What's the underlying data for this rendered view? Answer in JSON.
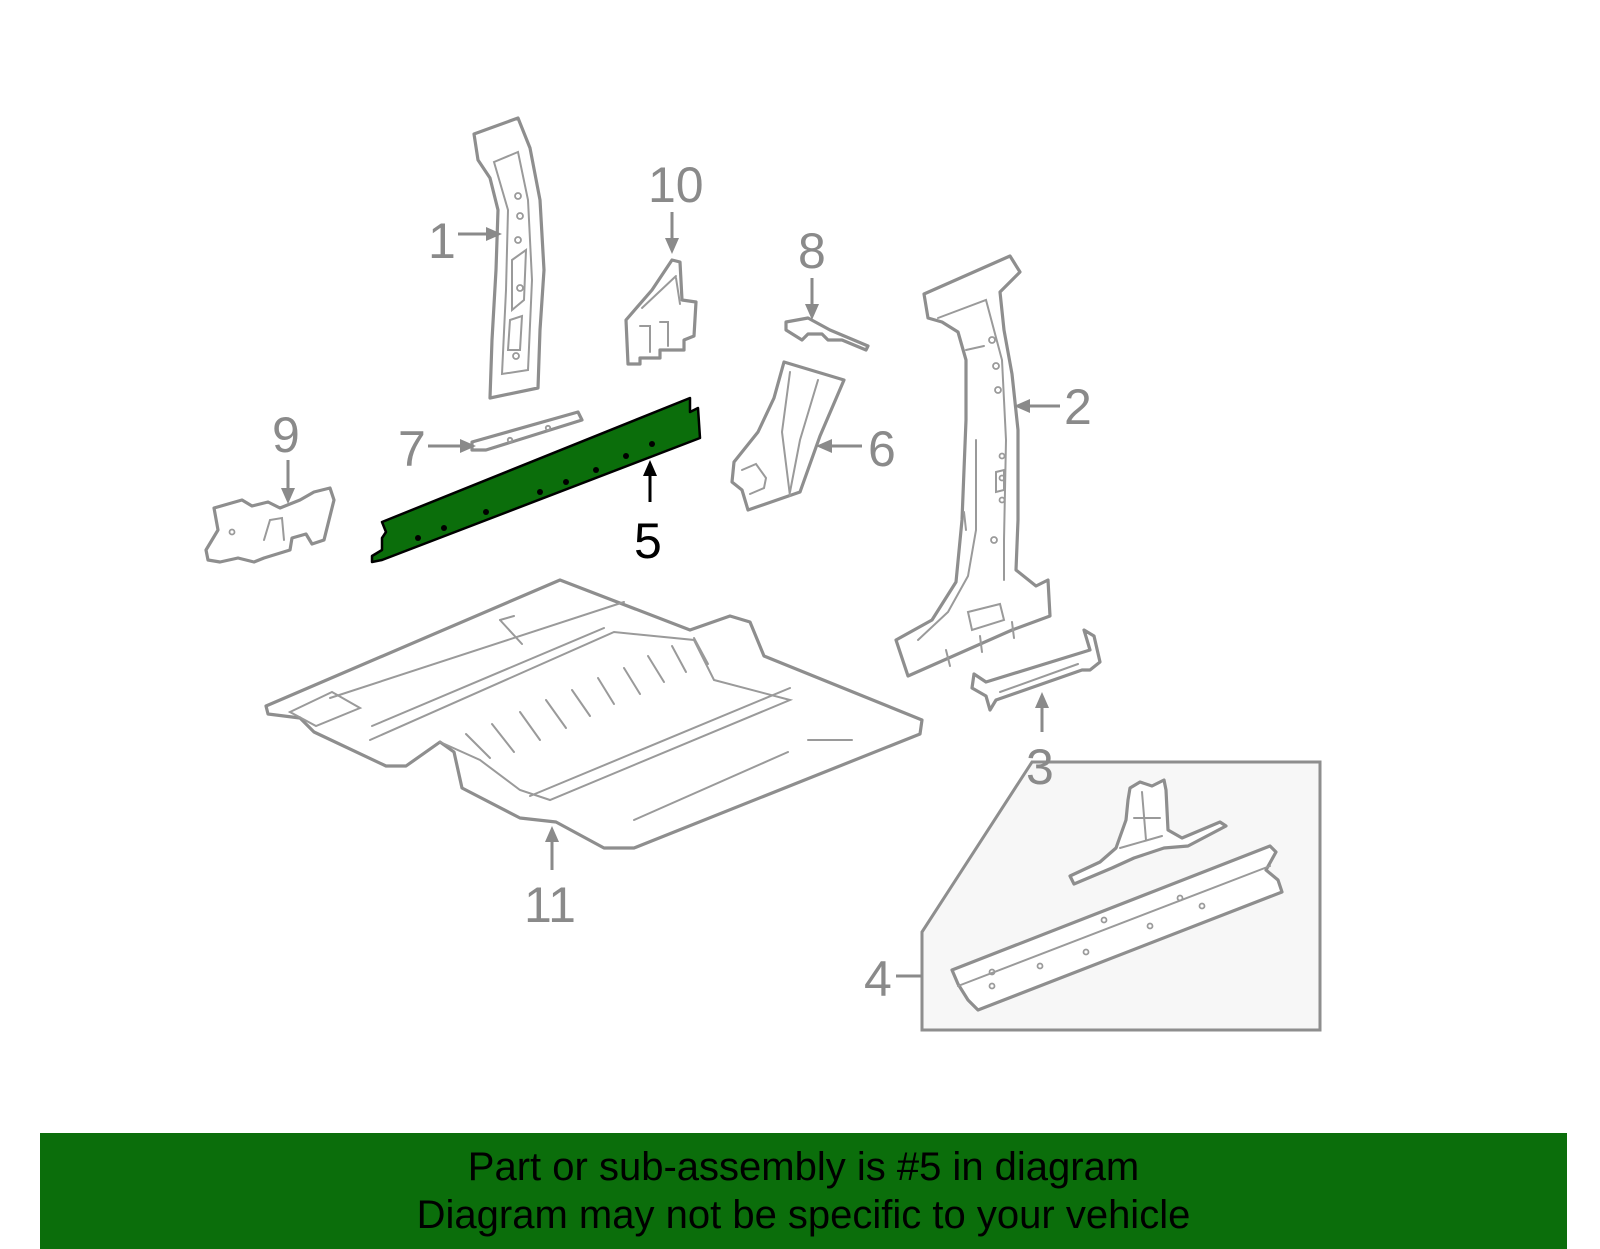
{
  "diagram": {
    "callouts": {
      "c1": "1",
      "c2": "2",
      "c3": "3",
      "c4": "4",
      "c5": "5",
      "c6": "6",
      "c7": "7",
      "c8": "8",
      "c9": "9",
      "c10": "10",
      "c11": "11"
    },
    "highlighted_part": "5",
    "colors": {
      "highlight": "#0b6e0b",
      "part_stroke": "#8e8e8e",
      "inset_background": "#f7f7f7"
    }
  },
  "banner": {
    "line1": "Part or sub-assembly is #5 in diagram",
    "line2": "Diagram may not be specific to your vehicle"
  }
}
